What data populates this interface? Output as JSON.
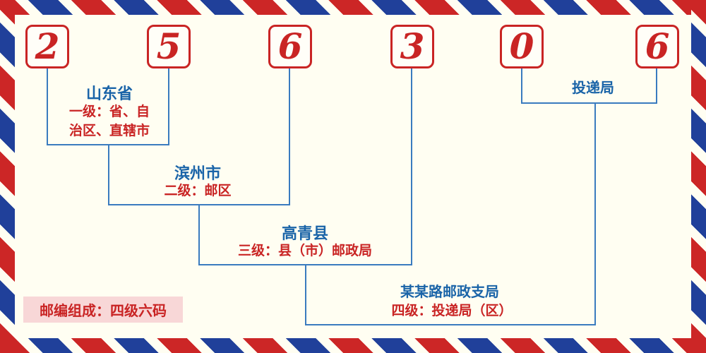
{
  "code": {
    "digits": [
      "2",
      "5",
      "6",
      "3",
      "0",
      "6"
    ]
  },
  "levels": {
    "level1": {
      "name": "山东省",
      "desc_line1": "一级：省、自",
      "desc_line2": "治区、直辖市"
    },
    "level2": {
      "name": "滨州市",
      "desc": "二级：邮区"
    },
    "level3": {
      "name": "高青县",
      "desc": "三级：县（市）邮政局"
    },
    "level4": {
      "name": "某某路邮政支局",
      "desc": "四级：投递局（区）"
    },
    "delivery": {
      "name": "投递局"
    }
  },
  "footer": {
    "note": "邮编组成：四级六码"
  },
  "colors": {
    "digit_red": "#c92424",
    "label_blue": "#1a64a8",
    "line_blue": "#3a7bbf",
    "background": "#fffef2",
    "note_background": "#f8d7d7",
    "stripe_red": "#cc2626",
    "stripe_blue": "#20409a"
  }
}
